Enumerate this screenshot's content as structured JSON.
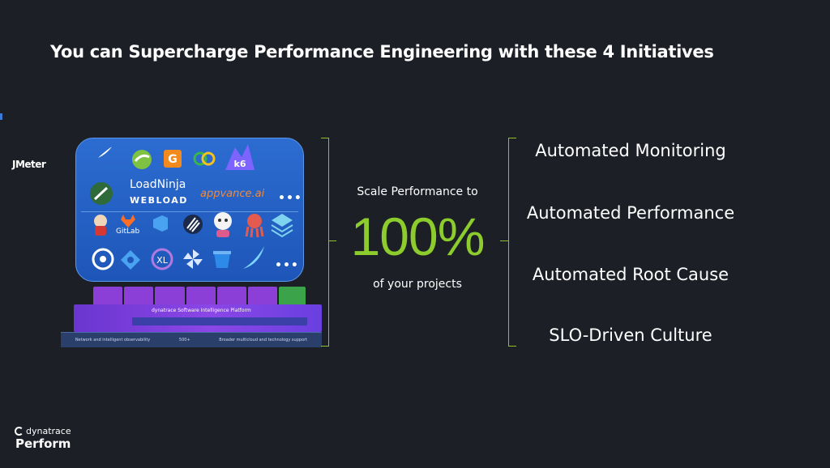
{
  "slide": {
    "title": "You can Supercharge Performance Engineering with these 4 Initiatives"
  },
  "tools_panel": {
    "jmeter_label": "JMeter",
    "loadninja_label": "LoadNinja",
    "webload_label": "WEBLOAD",
    "appvance_label": "appvance.ai",
    "gitlab_label": "GitLab",
    "k6_label": "k6",
    "more_label": "•••"
  },
  "platform_stack": {
    "brand_label": "dynatrace Software Intelligence Platform",
    "middle_label": "500+",
    "base_left": "Network and intelligent observability",
    "base_right": "Broader multicloud and technology support"
  },
  "stat": {
    "top_label": "Scale Performance to",
    "value": "100%",
    "bottom_label": "of your projects"
  },
  "initiatives": [
    "Automated Monitoring",
    "Automated Performance",
    "Automated Root Cause",
    "SLO-Driven Culture"
  ],
  "footer": {
    "brand": "dynatrace",
    "event": "Perform"
  },
  "colors": {
    "background": "#1c1f26",
    "accent_green": "#8ccc2c",
    "panel_blue": "#2c6cd1",
    "platform_purple": "#8b46e6"
  }
}
